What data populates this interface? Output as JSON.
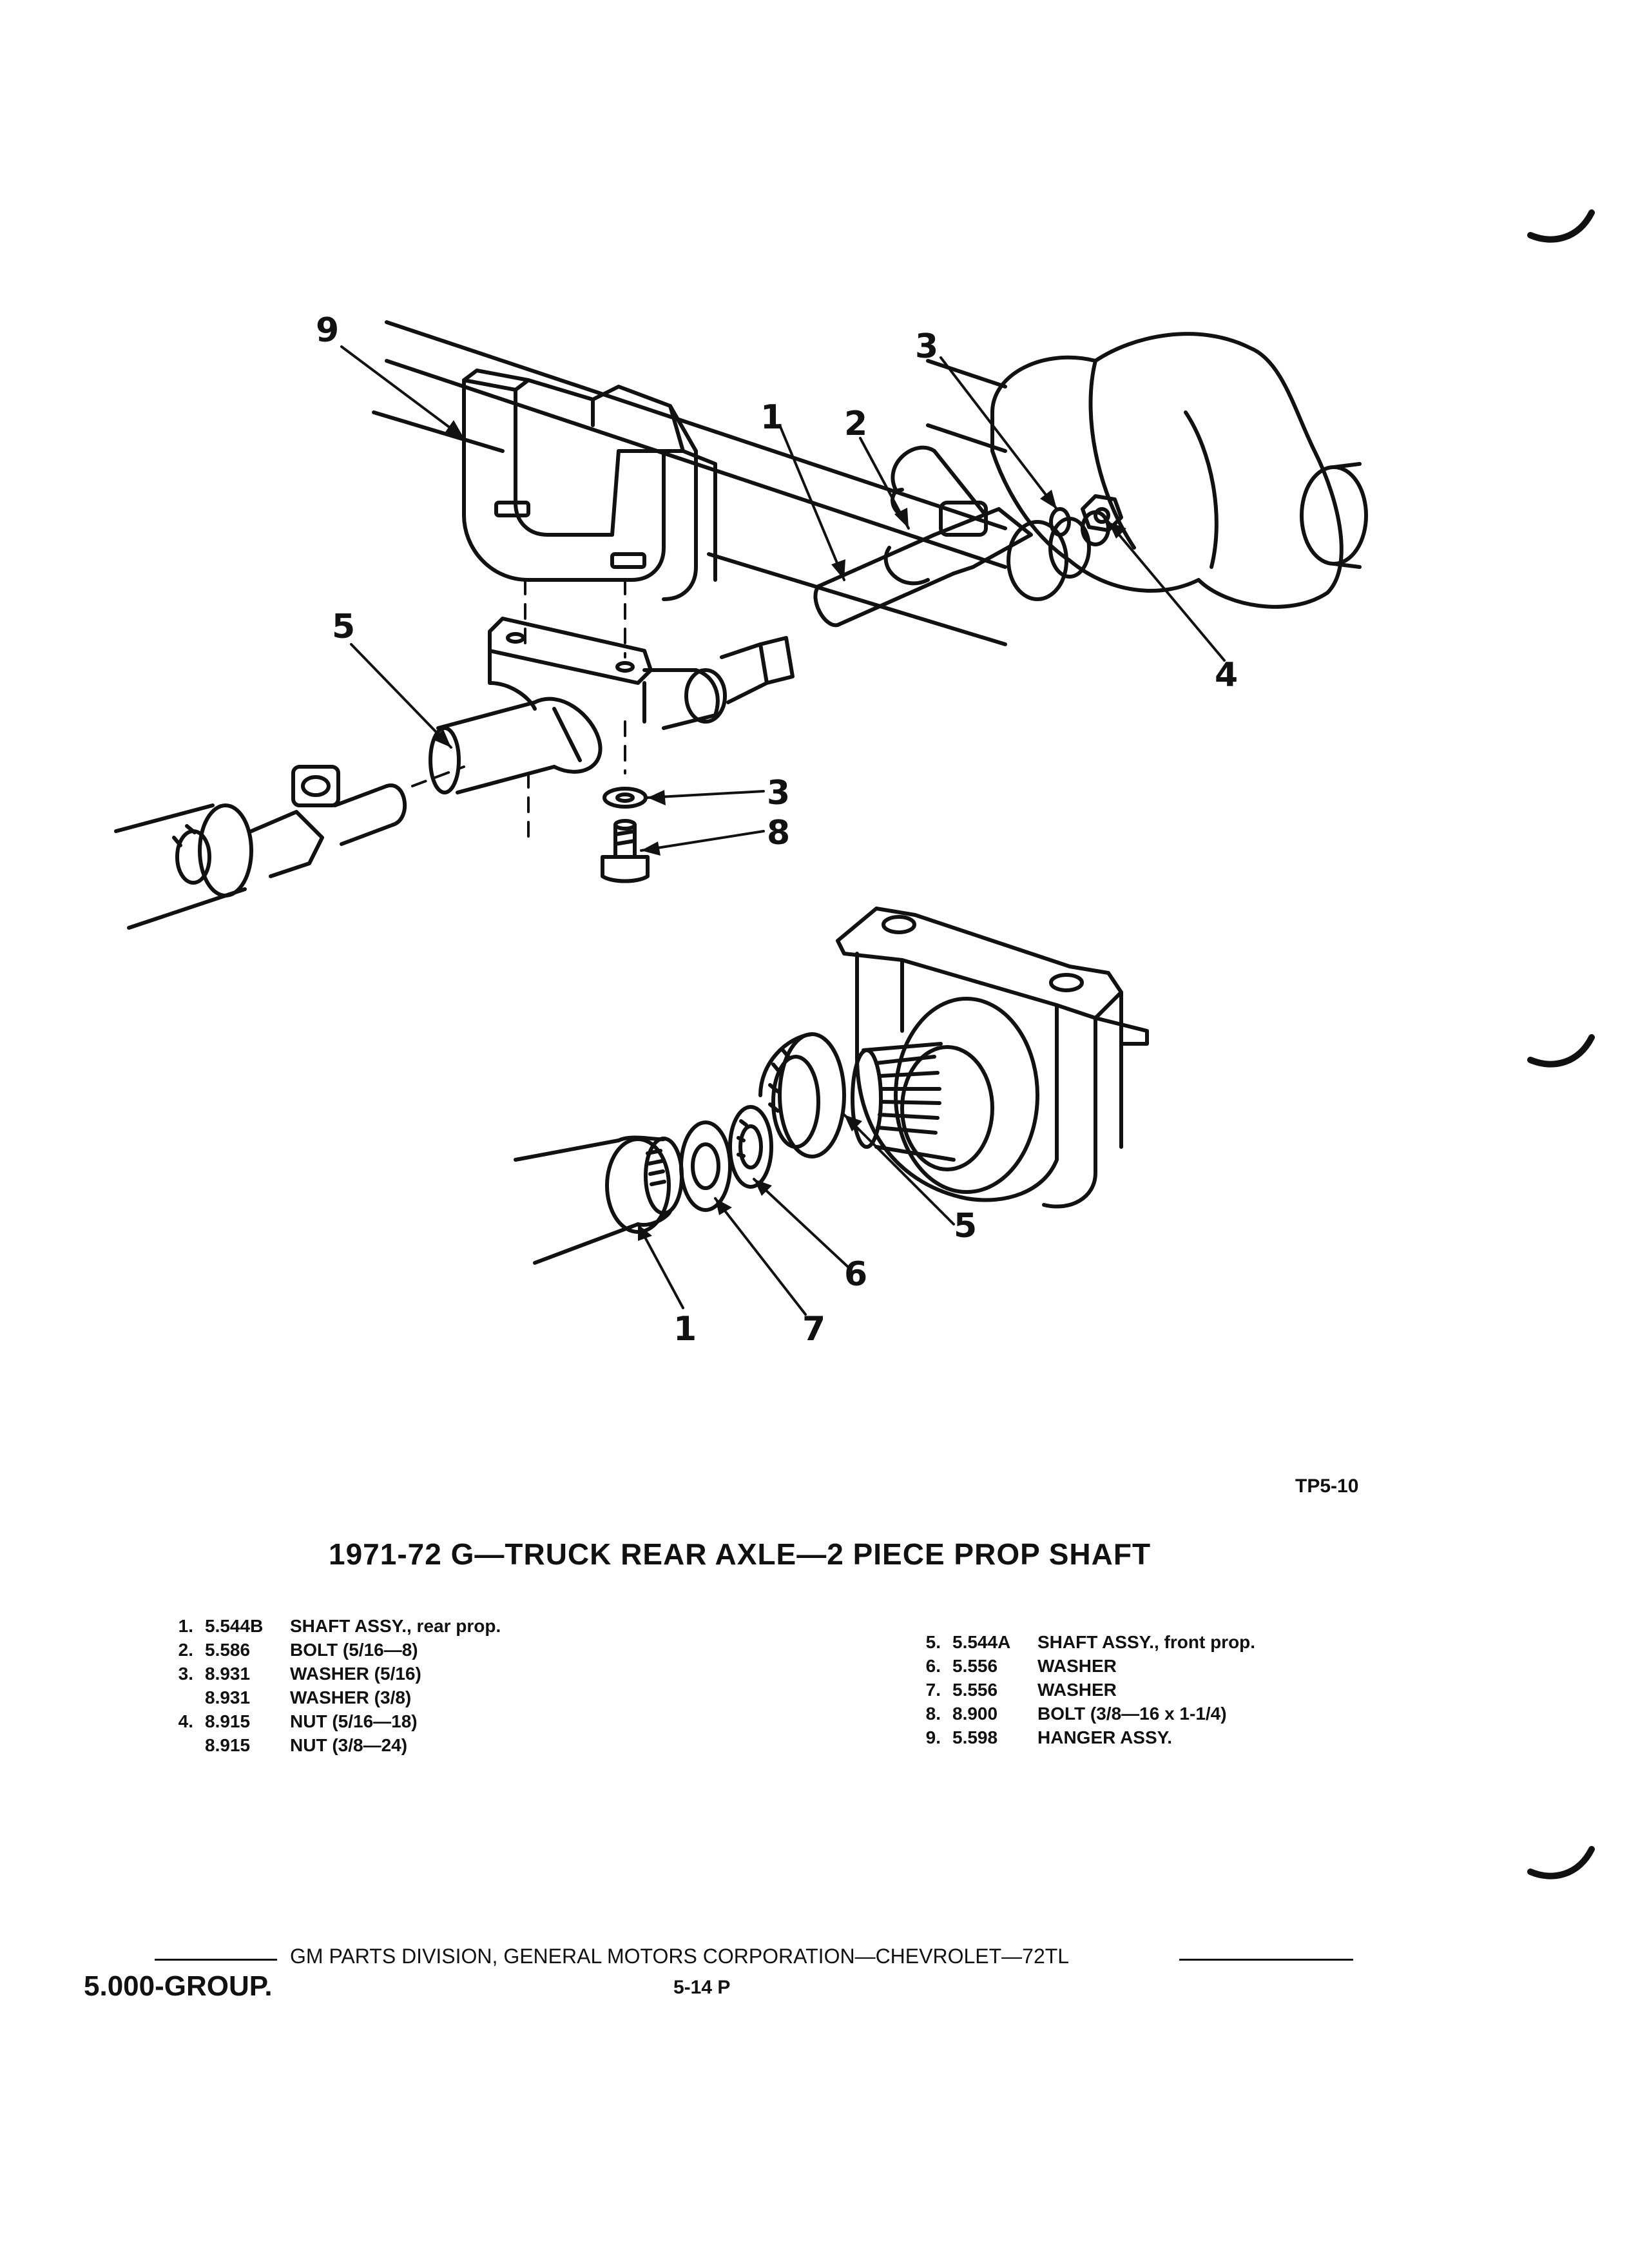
{
  "diagram": {
    "callouts": {
      "upper": [
        "9",
        "1",
        "2",
        "3",
        "4",
        "5",
        "3",
        "8"
      ],
      "lower": [
        "5",
        "6",
        "7",
        "1"
      ]
    },
    "figure_id": "TP5-10"
  },
  "caption": "1971-72  G—TRUCK REAR AXLE—2 PIECE PROP SHAFT",
  "legend": {
    "left": [
      {
        "num": "1.",
        "code": "5.544B",
        "desc": "SHAFT ASSY., rear prop."
      },
      {
        "num": "2.",
        "code": "5.586",
        "desc": "BOLT (5/16—8)"
      },
      {
        "num": "3.",
        "code": "8.931",
        "desc": "WASHER (5/16)"
      },
      {
        "num": "",
        "code": "8.931",
        "desc": "WASHER (3/8)"
      },
      {
        "num": "4.",
        "code": "8.915",
        "desc": "NUT (5/16—18)"
      },
      {
        "num": "",
        "code": "8.915",
        "desc": "NUT (3/8—24)"
      }
    ],
    "right": [
      {
        "num": "5.",
        "code": "5.544A",
        "desc": "SHAFT ASSY., front prop."
      },
      {
        "num": "6.",
        "code": "5.556",
        "desc": "WASHER"
      },
      {
        "num": "7.",
        "code": "5.556",
        "desc": "WASHER"
      },
      {
        "num": "8.",
        "code": "8.900",
        "desc": "BOLT (3/8—16 x 1-1/4)"
      },
      {
        "num": "9.",
        "code": "5.598",
        "desc": "HANGER ASSY."
      }
    ]
  },
  "footer": {
    "text": "GM PARTS DIVISION, GENERAL MOTORS CORPORATION—CHEVROLET—72TL",
    "group": "5.000-GROUP.",
    "page": "5-14  P"
  }
}
